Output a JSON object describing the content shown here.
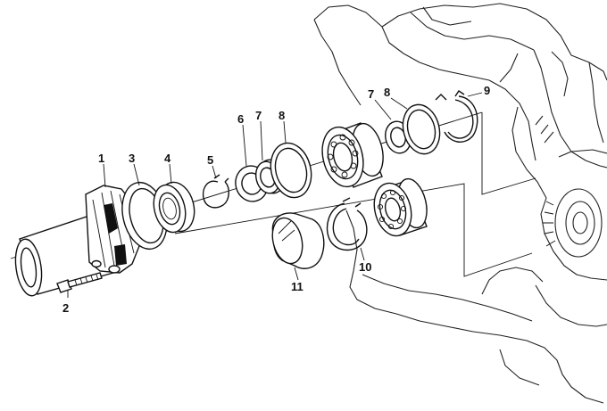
{
  "diagram": {
    "callouts": [
      {
        "id": "1",
        "label": "1"
      },
      {
        "id": "2",
        "label": "2"
      },
      {
        "id": "3",
        "label": "3"
      },
      {
        "id": "4",
        "label": "4"
      },
      {
        "id": "5",
        "label": "5"
      },
      {
        "id": "6",
        "label": "6"
      },
      {
        "id": "7a",
        "label": "7"
      },
      {
        "id": "8a",
        "label": "8"
      },
      {
        "id": "7b",
        "label": "7"
      },
      {
        "id": "8b",
        "label": "8"
      },
      {
        "id": "9",
        "label": "9"
      },
      {
        "id": "10",
        "label": "10"
      },
      {
        "id": "11",
        "label": "11"
      }
    ],
    "parts": [
      "flange-shaft",
      "bolt",
      "gasket-ring",
      "shaft-seal",
      "circlip",
      "washer",
      "spacer-ring",
      "large-shim",
      "ball-bearing-upper",
      "ball-bearing-lower",
      "retaining-ring",
      "cap-cover",
      "transmission-housing"
    ]
  }
}
